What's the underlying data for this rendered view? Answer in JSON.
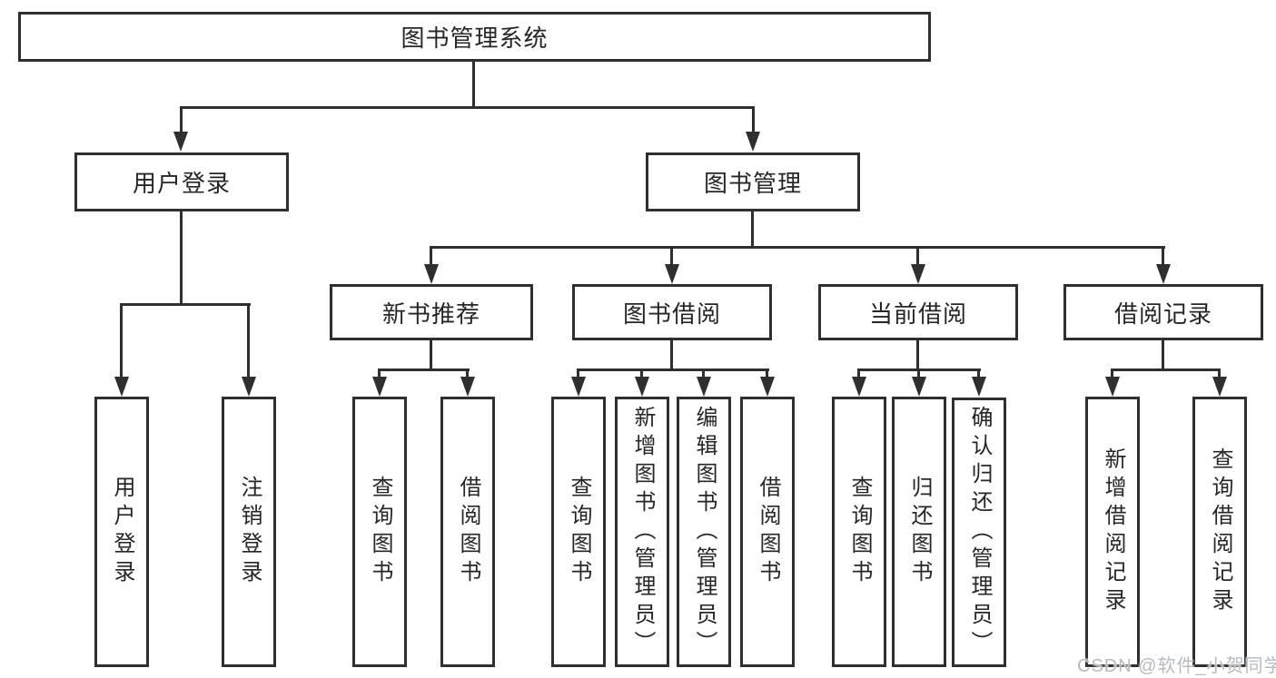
{
  "diagram_title": "图书管理系统",
  "colors": {
    "line": "#2f2f2f",
    "text": "#262626",
    "background": "#ffffff",
    "watermark": "#b6bbc1"
  },
  "tree": {
    "root": {
      "label": "图书管理系统",
      "children": [
        {
          "label": "用户登录",
          "children": [
            {
              "label": "用户登录"
            },
            {
              "label": "注销登录"
            }
          ]
        },
        {
          "label": "图书管理",
          "children": [
            {
              "label": "新书推荐",
              "children": [
                {
                  "label": "查询图书"
                },
                {
                  "label": "借阅图书"
                }
              ]
            },
            {
              "label": "图书借阅",
              "children": [
                {
                  "label": "查询图书"
                },
                {
                  "label": "新增图书（管理员）"
                },
                {
                  "label": "编辑图书（管理员）"
                },
                {
                  "label": "借阅图书"
                }
              ]
            },
            {
              "label": "当前借阅",
              "children": [
                {
                  "label": "查询图书"
                },
                {
                  "label": "归还图书"
                },
                {
                  "label": "确认归还（管理员）"
                }
              ]
            },
            {
              "label": "借阅记录",
              "children": [
                {
                  "label": "新增借阅记录"
                },
                {
                  "label": "查询借阅记录"
                }
              ]
            }
          ]
        }
      ]
    }
  },
  "watermark": {
    "text": "CSDN @软件_小贺同学"
  }
}
